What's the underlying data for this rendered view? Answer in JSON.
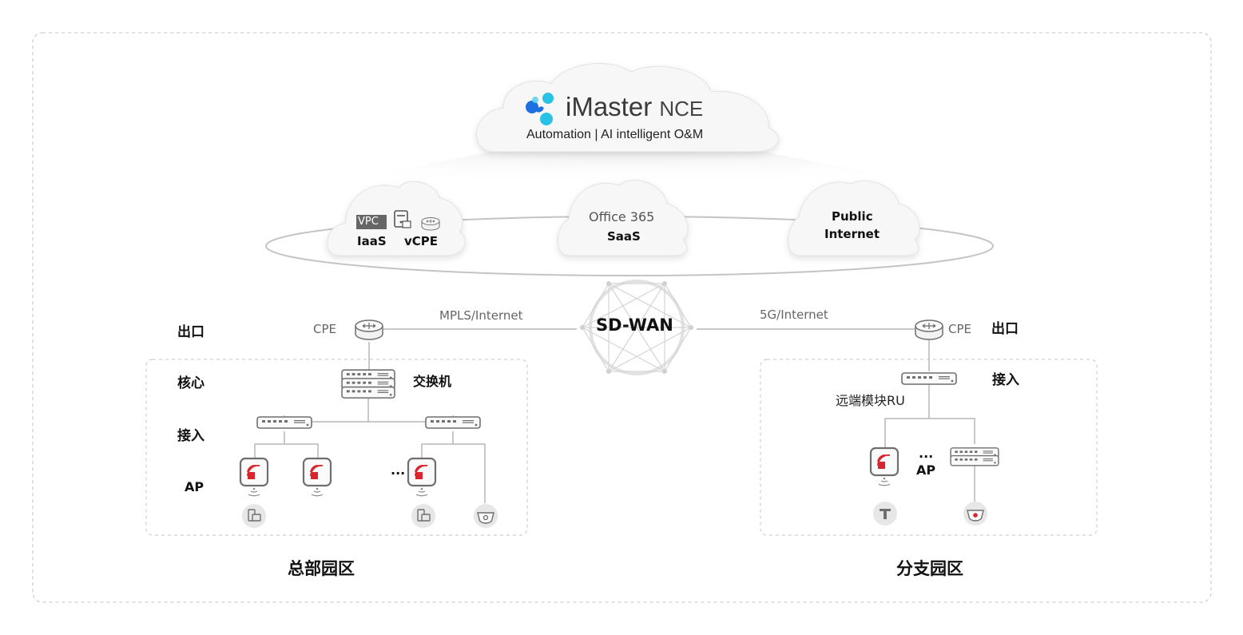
{
  "header": {
    "brand_i": "i",
    "brand_master": "Master",
    "brand_suffix": "NCE",
    "tagline": "Automation | AI intelligent O&M"
  },
  "clouds": {
    "iaas": {
      "vpc_tag": "VPC",
      "label": "IaaS",
      "vcpe_label": "vCPE"
    },
    "saas": {
      "line1": "Office 365",
      "line2": "SaaS"
    },
    "internet": {
      "line1": "Public",
      "line2": "Internet"
    }
  },
  "wan": {
    "center_label": "SD-WAN",
    "left_link_label": "MPLS/Internet",
    "right_link_label": "5G/Internet"
  },
  "hq": {
    "egress_label": "出口",
    "cpe_label": "CPE",
    "core_label": "核心",
    "switch_label": "交换机",
    "access_label": "接入",
    "ap_label": "AP",
    "ellipsis": "···",
    "campus_title": "总部园区"
  },
  "branch": {
    "egress_label": "出口",
    "cpe_label": "CPE",
    "access_label": "接入",
    "ru_label": "远端模块RU",
    "ellipsis": "···",
    "ap_label": "AP",
    "campus_title": "分支园区"
  },
  "colors": {
    "brand_blue": "#1e6fe0",
    "brand_cyan": "#29c2e6",
    "accent_red": "#d8262c",
    "device_gray": "#6f6f6f",
    "line_gray": "#b7b7b7",
    "border_dashed": "#cfcfcf"
  }
}
